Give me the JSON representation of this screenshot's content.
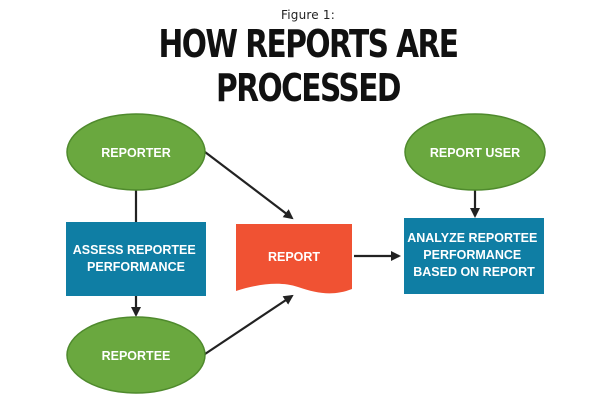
{
  "figure_label": "Figure 1:",
  "title": "HOW REPORTS ARE PROCESSED",
  "colors": {
    "ellipse_fill": "#6aa83f",
    "ellipse_stroke": "#4f8a2d",
    "box_fill": "#0f7ea4",
    "report_fill": "#f05233",
    "arrow": "#222222"
  },
  "nodes": {
    "reporter": {
      "lines": [
        "REPORTER"
      ]
    },
    "reportee": {
      "lines": [
        "REPORTEE"
      ]
    },
    "report_user": {
      "lines": [
        "REPORT USER"
      ]
    },
    "assess": {
      "lines": [
        "ASSESS REPORTEE",
        "PERFORMANCE"
      ]
    },
    "report": {
      "lines": [
        "REPORT"
      ]
    },
    "analyze": {
      "lines": [
        "ANALYZE REPORTEE",
        "PERFORMANCE",
        "BASED ON REPORT"
      ]
    }
  }
}
